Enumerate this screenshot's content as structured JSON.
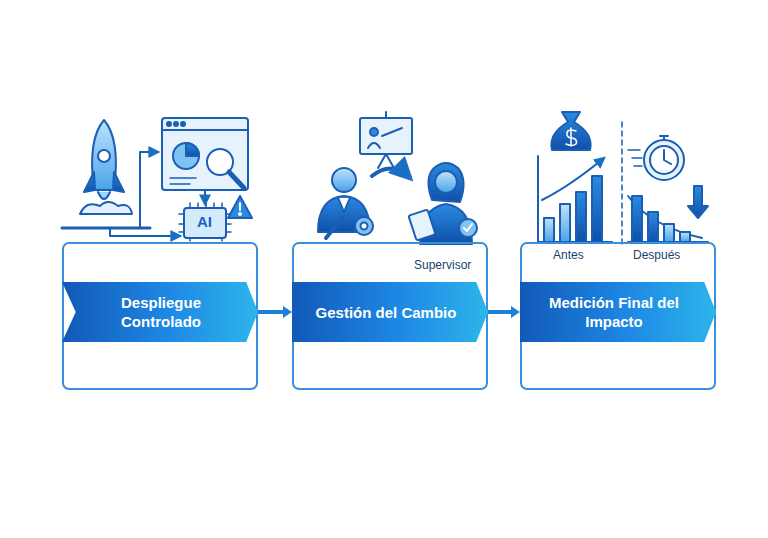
{
  "diagram": {
    "nodes": [
      {
        "text": [
          "Despliegue Controlado"
        ]
      },
      {
        "text": [
          "Gestión del Cambio"
        ]
      },
      {
        "text": [
          "Medición Final del Impacto"
        ]
      }
    ],
    "edges": [
      {
        "from": 0,
        "to": 1,
        "arrow": "to"
      },
      {
        "from": 1,
        "to": 2,
        "arrow": "to"
      }
    ],
    "labels": [
      "AI",
      "Supervisor",
      "Antes",
      "Después"
    ]
  }
}
